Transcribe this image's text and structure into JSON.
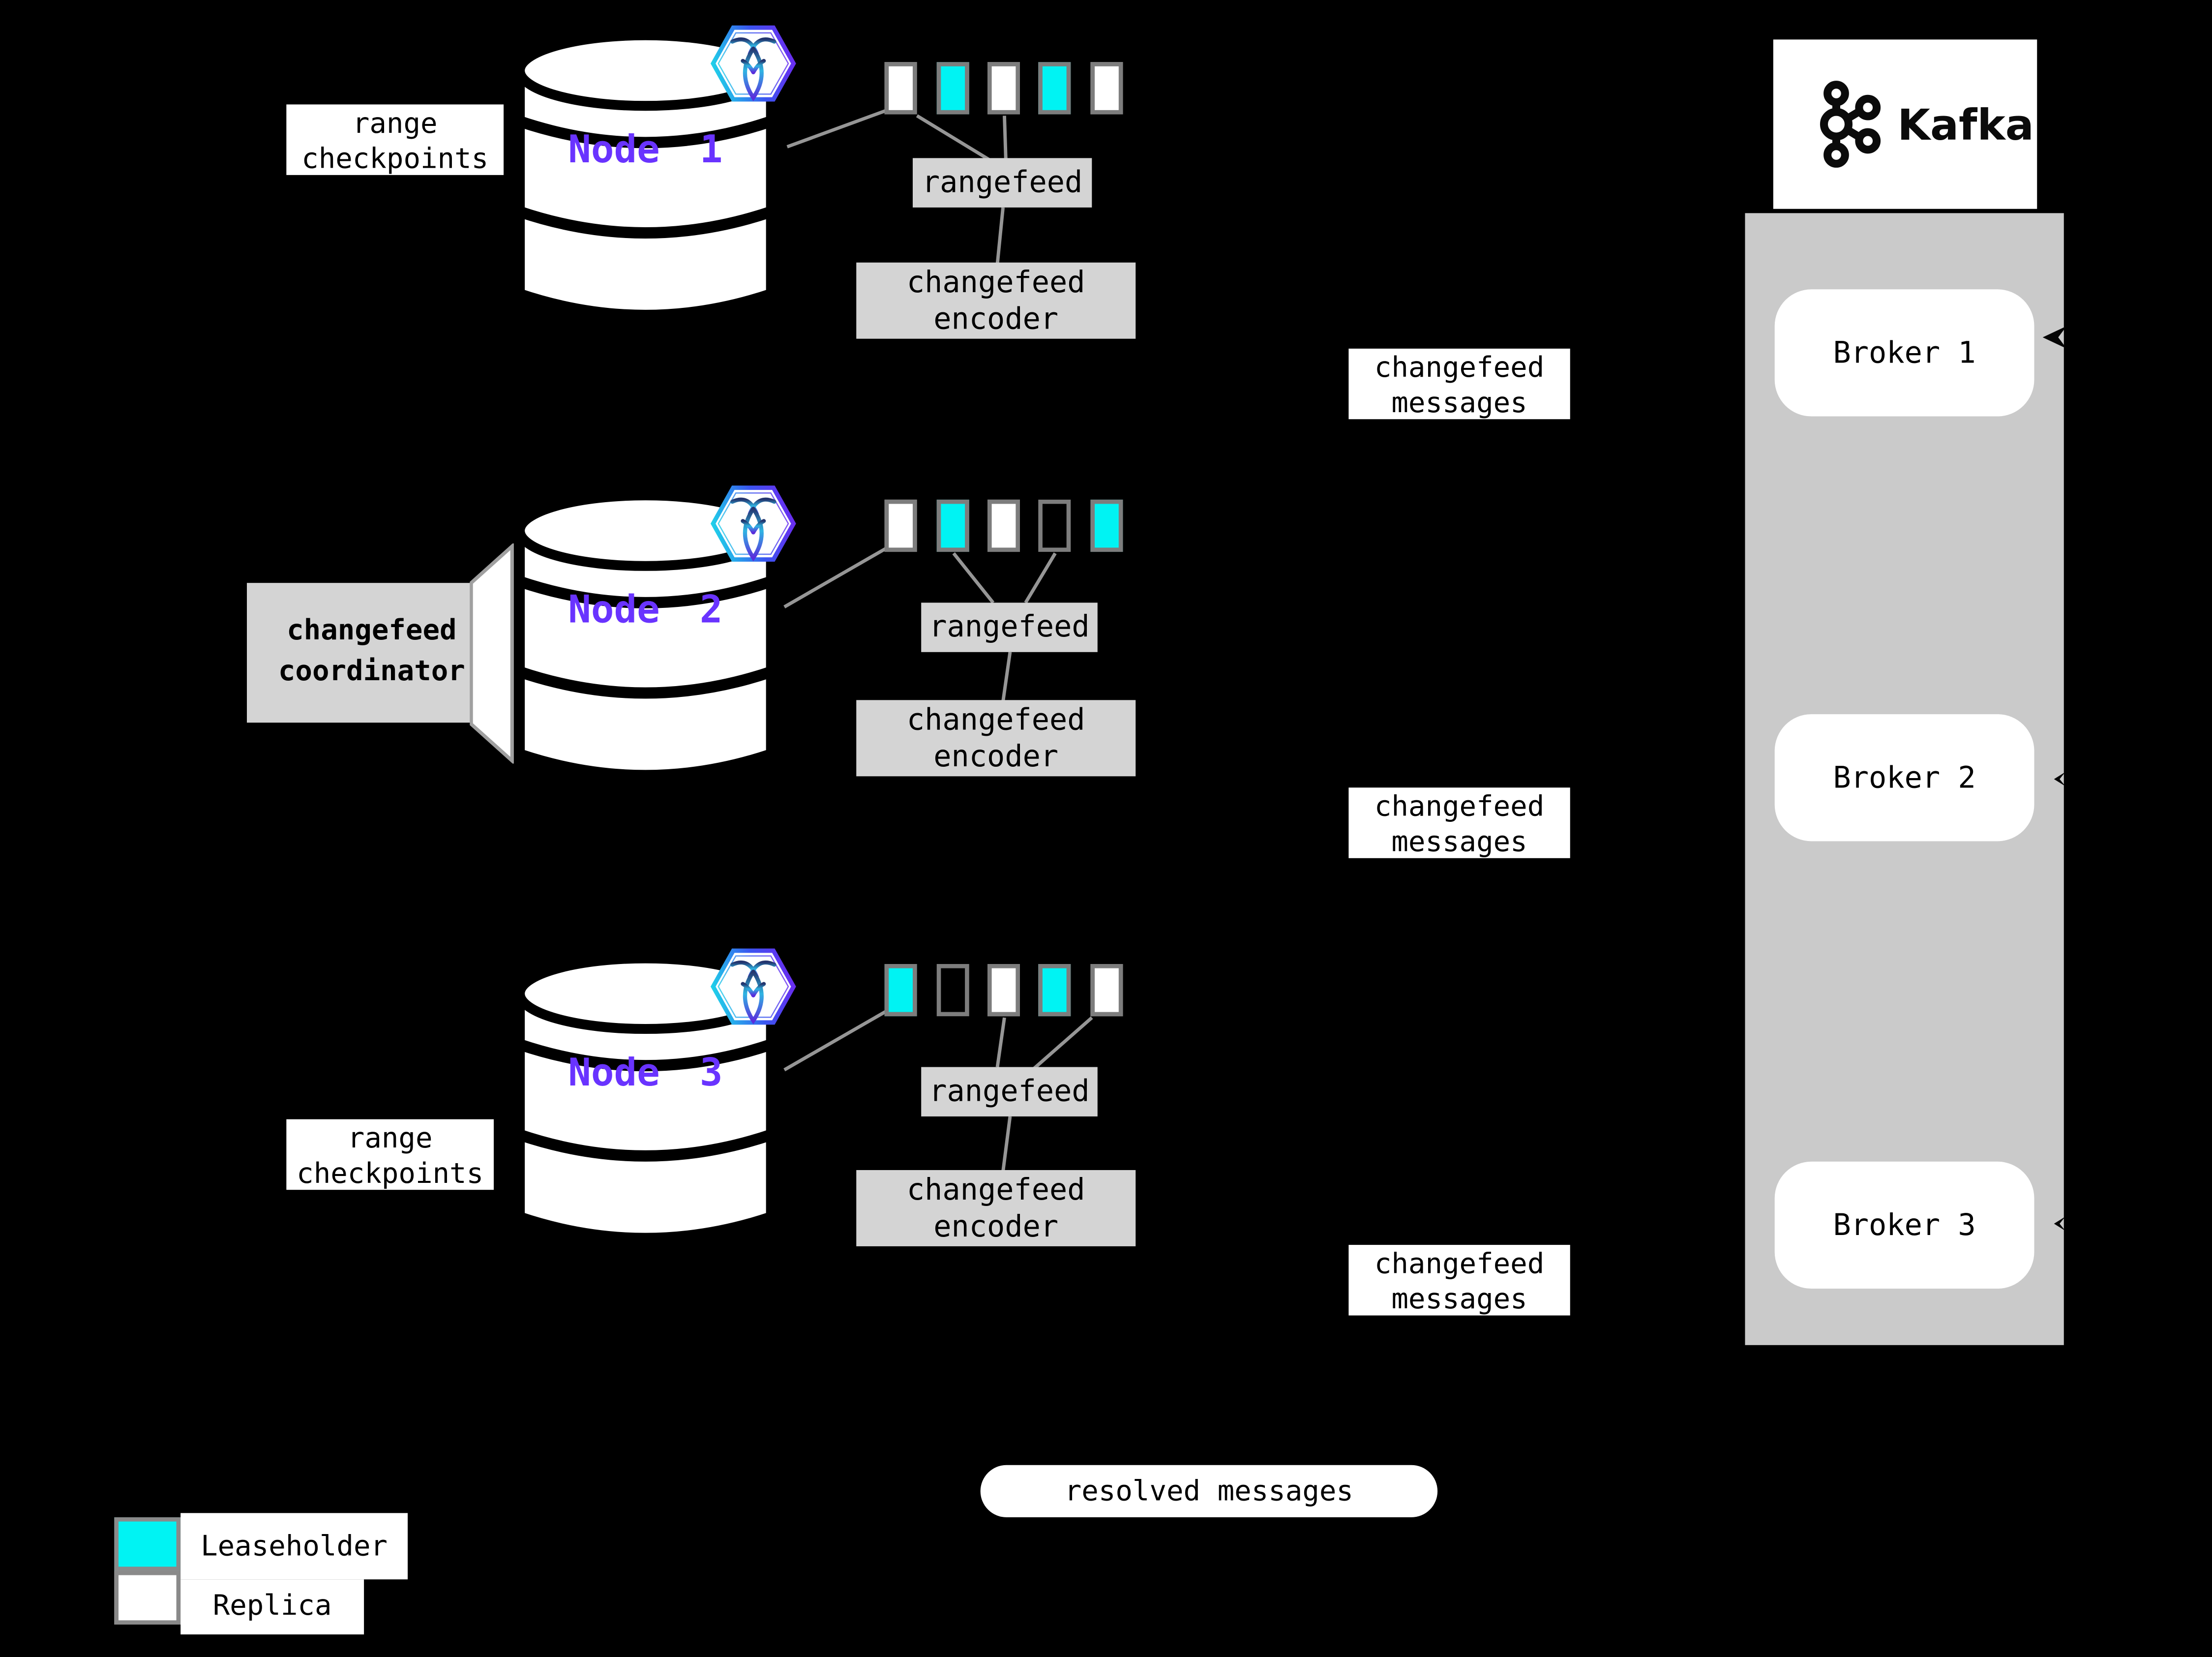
{
  "nodes": [
    {
      "name": "Node 1",
      "side_label": "range checkpoints",
      "rangefeed_label": "rangefeed",
      "encoder_label": "changefeed encoder",
      "messages_label": "changefeed messages",
      "ranges": [
        "replica",
        "leaseholder",
        "replica",
        "leaseholder",
        "replica"
      ]
    },
    {
      "name": "Node 2",
      "side_label": "changefeed coordinator",
      "rangefeed_label": "rangefeed",
      "encoder_label": "changefeed encoder",
      "messages_label": "changefeed messages",
      "ranges": [
        "replica",
        "leaseholder",
        "replica",
        "empty",
        "leaseholder"
      ]
    },
    {
      "name": "Node 3",
      "side_label": "range checkpoints",
      "rangefeed_label": "rangefeed",
      "encoder_label": "changefeed encoder",
      "messages_label": "changefeed messages",
      "ranges": [
        "leaseholder",
        "empty",
        "replica",
        "leaseholder",
        "replica"
      ]
    }
  ],
  "kafka": {
    "brand": "Kafka",
    "brokers": [
      {
        "label": "Broker 1"
      },
      {
        "label": "Broker 2"
      },
      {
        "label": "Broker 3"
      }
    ]
  },
  "resolved_label": "resolved messages",
  "legend": {
    "items": [
      {
        "label": "Leaseholder",
        "type": "leaseholder"
      },
      {
        "label": "Replica",
        "type": "replica"
      }
    ]
  },
  "colors": {
    "background": "#000000",
    "leaseholder_cyan": "#00f3f3",
    "replica_white": "#ffffff",
    "node_label_purple": "#6933ff",
    "broker_panel_grey": "#cacaca",
    "label_box_grey": "#d4d4d4",
    "range_border_grey": "#7d7d7d",
    "connector_grey": "#969696",
    "hexagon_gradient_start": "#1fd1e9",
    "hexagon_gradient_end": "#6a2df0"
  }
}
